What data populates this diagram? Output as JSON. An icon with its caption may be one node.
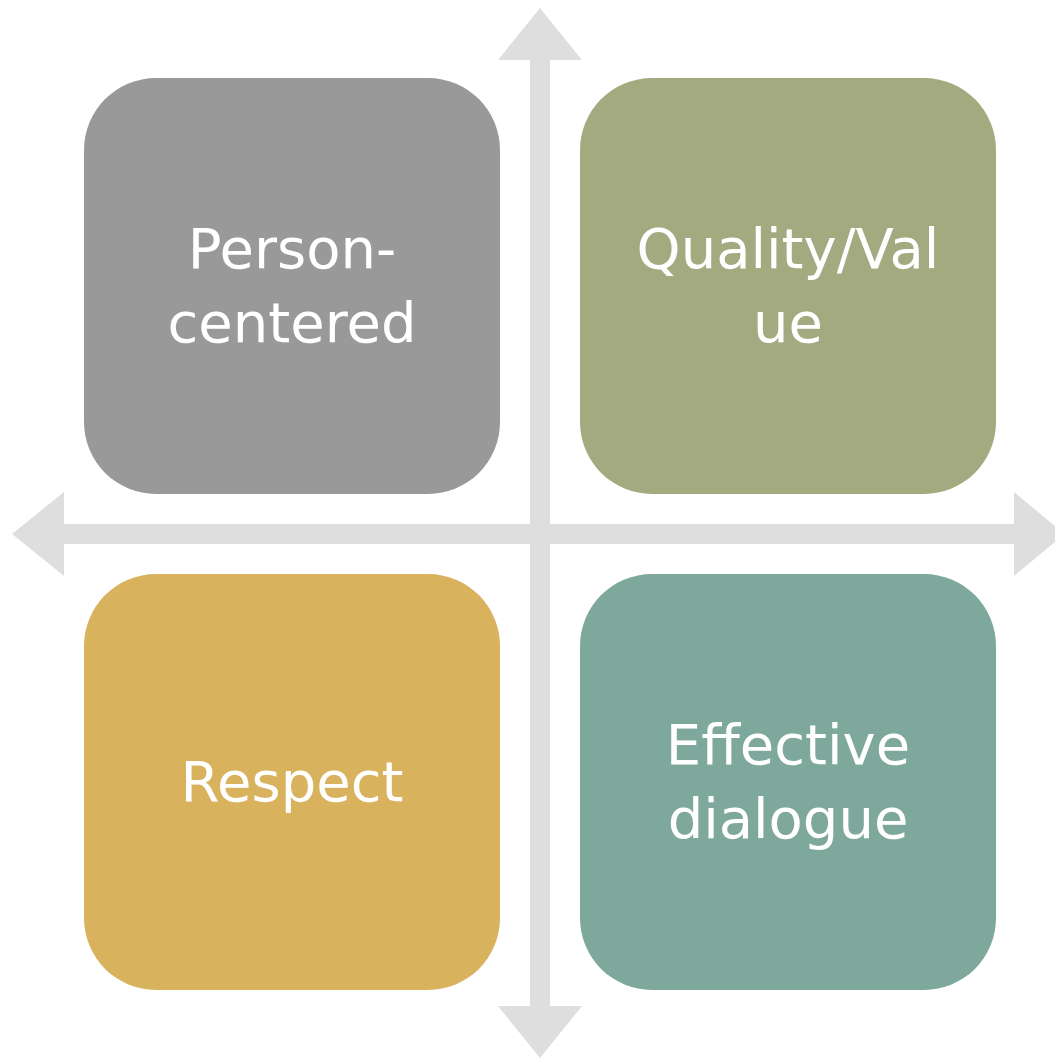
{
  "diagram": {
    "nodes": [
      {
        "text": [
          "Person-centered"
        ]
      },
      {
        "text": [
          "Quality/Value"
        ]
      },
      {
        "text": [
          "Respect"
        ]
      },
      {
        "text": [
          "Effective dialogue"
        ]
      }
    ]
  }
}
